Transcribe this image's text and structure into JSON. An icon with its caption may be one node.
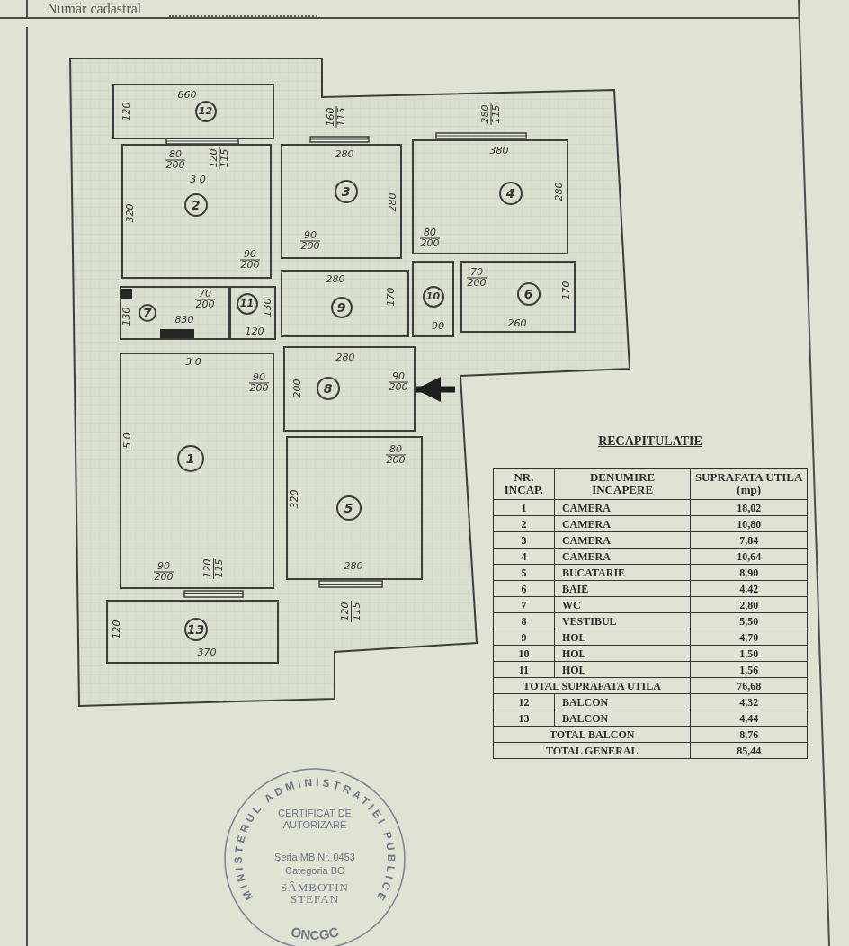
{
  "diagram": {
    "nodes": [
      {
        "text": [
          "12"
        ]
      },
      {
        "text": [
          "2"
        ]
      },
      {
        "text": [
          "3"
        ]
      },
      {
        "text": [
          "4"
        ]
      },
      {
        "text": [
          "7"
        ]
      },
      {
        "text": [
          "11"
        ]
      },
      {
        "text": [
          "9"
        ]
      },
      {
        "text": [
          "10"
        ]
      },
      {
        "text": [
          "6"
        ]
      },
      {
        "text": [
          "1"
        ]
      },
      {
        "text": [
          "8"
        ]
      },
      {
        "text": [
          "5"
        ]
      },
      {
        "text": [
          "13"
        ]
      },
      {
        "text": [
          "MINISTERUL ADMINISTRATIEI PUBLICE",
          "CERTIFICAT DE AUTORIZARE",
          "Seria MB Nr. 0453",
          "Categoria BC",
          "SÂMBOTIN STEFAN",
          "ONCGC"
        ]
      }
    ],
    "edges": [
      {
        "from": null,
        "to": 10,
        "arrow": "to"
      }
    ],
    "labels": [
      "Număr cadastral",
      "860",
      "120",
      "80",
      "200",
      "120",
      "115",
      "3 0",
      "320",
      "160",
      "115",
      "280",
      "280",
      "280",
      "115",
      "380",
      "280",
      "90",
      "200",
      "90",
      "200",
      "80",
      "200",
      "70",
      "200",
      "130",
      "280",
      "170",
      "70",
      "200",
      "170",
      "130",
      "830",
      "120",
      "90",
      "260",
      "3 0",
      "280",
      "90",
      "200",
      "200",
      "90",
      "200",
      "80",
      "200",
      "5 0",
      "320",
      "280",
      "120",
      "115",
      "90",
      "200",
      "120",
      "115",
      "120",
      "370",
      "RECAPITULATIE",
      "NR. INCAP.",
      "DENUMIRE INCAPERE",
      "SUPRAFATA UTILA (mp)",
      "1",
      "CAMERA",
      "18,02",
      "2",
      "CAMERA",
      "10,80",
      "3",
      "CAMERA",
      "7,84",
      "4",
      "CAMERA",
      "10,64",
      "5",
      "BUCATARIE",
      "8,90",
      "6",
      "BAIE",
      "4,42",
      "7",
      "WC",
      "2,80",
      "8",
      "VESTIBUL",
      "5,50",
      "9",
      "HOL",
      "4,70",
      "10",
      "HOL",
      "1,50",
      "11",
      "HOL",
      "1,56",
      "TOTAL SUPRAFATA UTILA",
      "76,68",
      "12",
      "BALCON",
      "4,32",
      "13",
      "BALCON",
      "4,44",
      "TOTAL BALCON",
      "8,76",
      "TOTAL GENERAL",
      "85,44"
    ]
  }
}
